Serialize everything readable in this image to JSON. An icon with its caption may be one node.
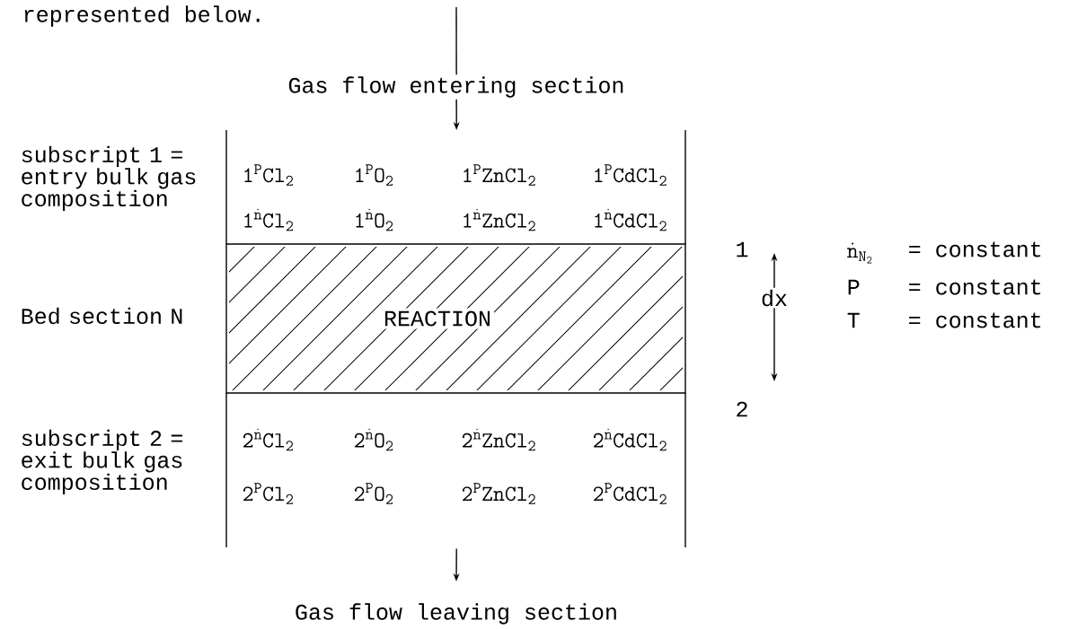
{
  "diagram": {
    "nodes": [
      {
        "text": [
          "\\mathtt{1^{P}Cl_{2}}",
          "\\mathtt{1^{P}O_{2}}",
          "\\mathtt{1^{P}ZnCl_{2}}",
          "\\mathtt{1^{P}CdCl_{2}}",
          "\\mathtt{1}^{\\dot{\\mathtt{n}}}\\mathtt{Cl_{2}}",
          "\\mathtt{1}^{\\dot{\\mathtt{n}}}\\mathtt{O_{2}}",
          "\\mathtt{1}^{\\dot{\\mathtt{n}}}\\mathtt{ZnCl_{2}}",
          "\\mathtt{1}^{\\dot{\\mathtt{n}}}\\mathtt{CdCl_{2}}"
        ],
        "beside": [
          "subscript 1 = entry bulk gas composition"
        ]
      },
      {
        "text": [
          "REACTION"
        ],
        "beside": [
          "Bed section N"
        ]
      },
      {
        "text": [
          "\\mathtt{2}^{\\dot{\\mathtt{n}}}\\mathtt{Cl_{2}}",
          "\\mathtt{2}^{\\dot{\\mathtt{n}}}\\mathtt{O_{2}}",
          "\\mathtt{2}^{\\dot{\\mathtt{n}}}\\mathtt{ZnCl_{2}}",
          "\\mathtt{2}^{\\dot{\\mathtt{n}}}\\mathtt{CdCl_{2}}",
          "\\mathtt{2^{P}Cl_{2}}",
          "\\mathtt{2^{P}O_{2}}",
          "\\mathtt{2^{P}ZnCl_{2}}",
          "\\mathtt{2^{P}CdCl_{2}}"
        ],
        "beside": [
          "subscript 2 = exit bulk gas composition"
        ]
      }
    ],
    "edges": [
      {
        "from": null,
        "to": 0,
        "arrow": "to",
        "label": "Gas flow entering section"
      },
      {
        "from": 2,
        "to": null,
        "arrow": "to",
        "label": "Gas flow leaving section"
      }
    ],
    "labels": [
      "represented below.",
      "1",
      "\\dot{\\mathtt{n}}_{\\mathtt{N_{2}}}",
      "= constant",
      "P",
      "= constant",
      "dx",
      "T",
      "= constant",
      "2"
    ]
  }
}
